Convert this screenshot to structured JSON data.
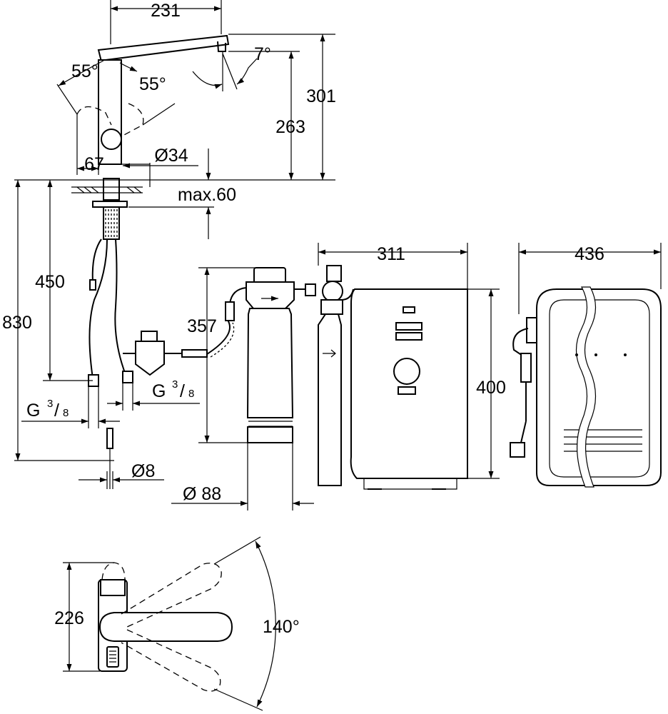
{
  "dimensions": {
    "spout_reach": "231",
    "total_height": "301",
    "spout_height": "263",
    "spout_angle": "7°",
    "lever_angle_left": "55°",
    "lever_angle_right": "55°",
    "base_width": "67",
    "mount_diameter": "Ø34",
    "max_thickness": "max.60",
    "overall_height": "830",
    "hose_length": "450",
    "filter_height": "357",
    "filter_diameter": "Ø 88",
    "chiller_depth": "311",
    "chiller_height": "400",
    "chiller_width": "436",
    "tube_diameter": "Ø8",
    "top_view_depth": "226",
    "swivel_angle": "140°"
  },
  "connectors": {
    "left_thread": {
      "prefix": "G",
      "numerator": "3",
      "denominator": "8"
    },
    "right_thread": {
      "prefix": "G",
      "numerator": "3",
      "denominator": "8"
    }
  }
}
